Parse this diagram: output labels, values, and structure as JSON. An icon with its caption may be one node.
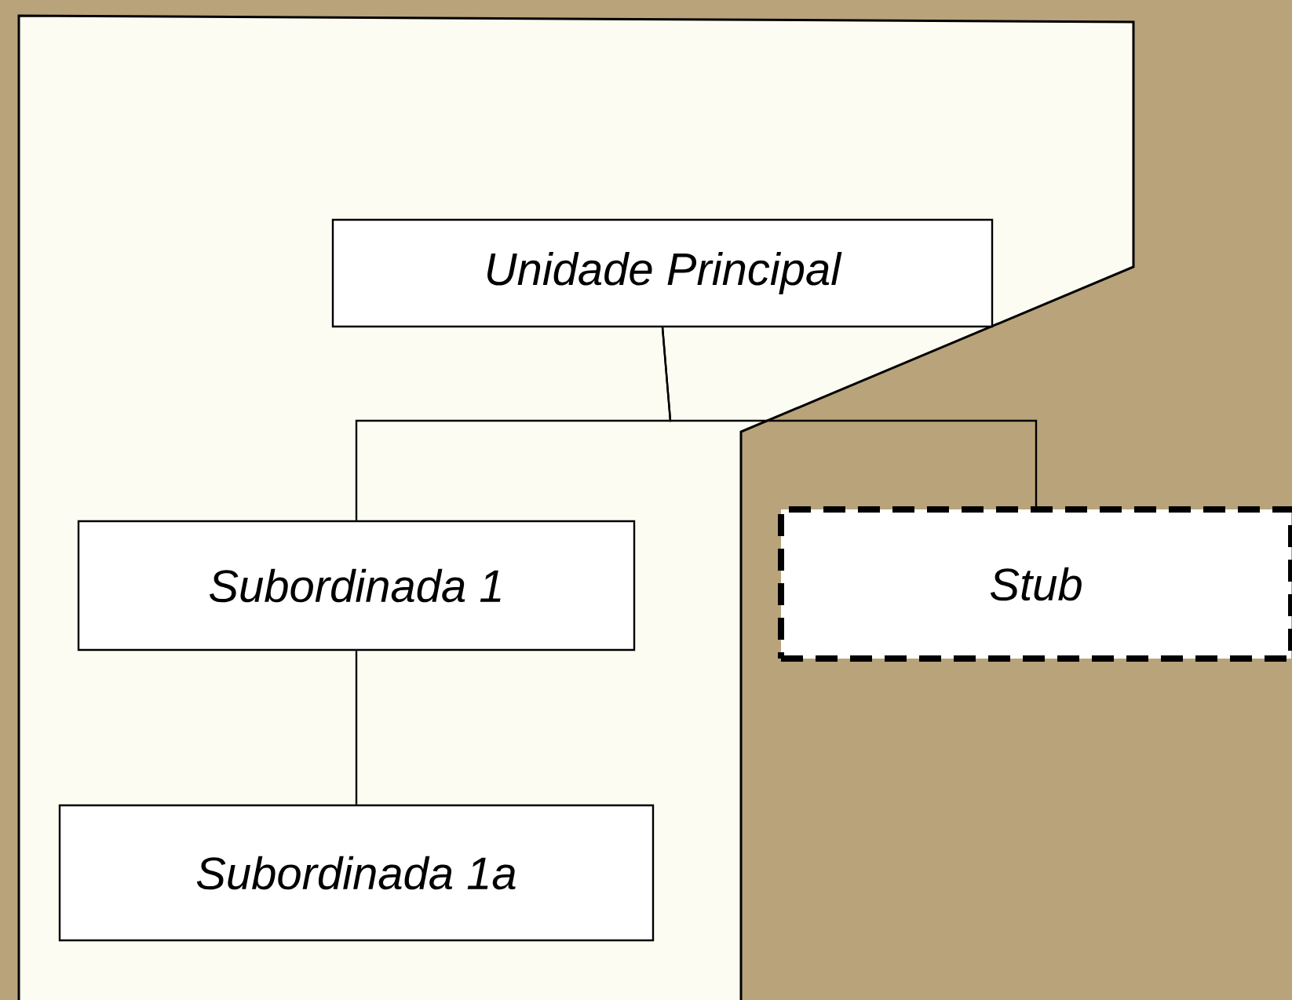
{
  "diagram": {
    "nodes": [
      {
        "text": [
          "Unidade Principal"
        ]
      },
      {
        "text": [
          "Subordinada 1"
        ]
      },
      {
        "text": [
          "Subordinada 1a"
        ]
      },
      {
        "text": [
          "Stub"
        ]
      }
    ],
    "edges": [
      {
        "from": 0,
        "to": 1,
        "arrow": "none"
      },
      {
        "from": 0,
        "to": 3,
        "arrow": "none"
      },
      {
        "from": 1,
        "to": 2,
        "arrow": "none"
      }
    ]
  }
}
